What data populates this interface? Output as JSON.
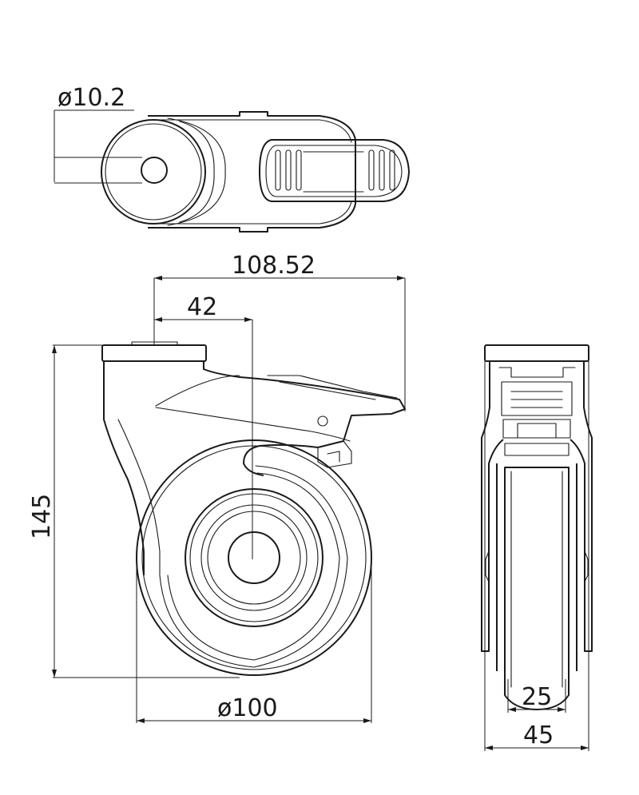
{
  "dimensions": {
    "pin_diameter": "ø10.2",
    "overall_length": "108.52",
    "offset": "42",
    "height": "145",
    "wheel_diameter": "ø100",
    "tread_width": "25",
    "overall_width": "45"
  },
  "colors": {
    "line": "#1a1a1a",
    "background": "#ffffff"
  }
}
